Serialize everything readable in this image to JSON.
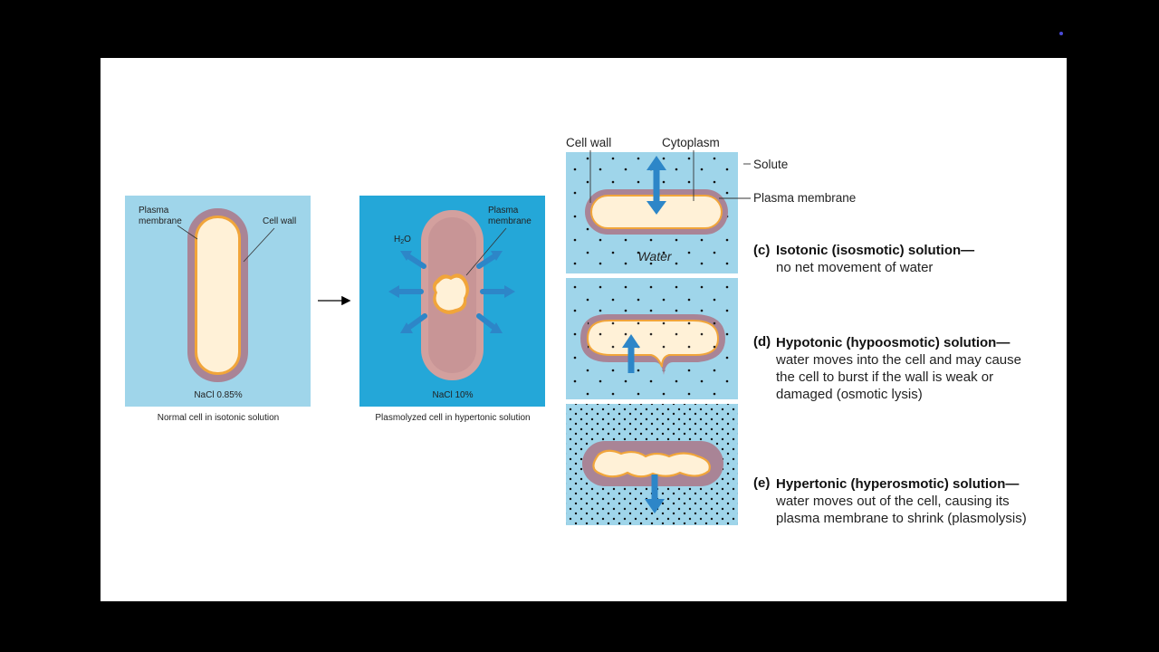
{
  "panels": {
    "normal": {
      "label_plasma_line1": "Plasma",
      "label_plasma_line2": "membrane",
      "label_cell_wall": "Cell wall",
      "concentration": "NaCl 0.85%",
      "caption": "Normal cell in isotonic solution"
    },
    "plasmolyzed": {
      "label_plasma_line1": "Plasma",
      "label_plasma_line2": "membrane",
      "label_h2o_main": "H",
      "label_h2o_sub": "2",
      "label_h2o_end": "O",
      "concentration": "NaCl 10%",
      "caption": "Plasmolyzed cell in hypertonic solution"
    }
  },
  "right": {
    "label_cell_wall": "Cell wall",
    "label_cytoplasm": "Cytoplasm",
    "label_solute": "Solute",
    "label_plasma_membrane": "Plasma membrane",
    "label_water": "Water",
    "items": [
      {
        "letter": "(c)",
        "title": "Isotonic (isosmotic) solution—",
        "lines": [
          "no net movement of water"
        ]
      },
      {
        "letter": "(d)",
        "title": "Hypotonic (hypoosmotic) solution—",
        "lines": [
          "water moves into the cell and may cause",
          "the cell to burst if the wall is weak or",
          "damaged (osmotic lysis)"
        ]
      },
      {
        "letter": "(e)",
        "title": "Hypertonic (hyperosmotic) solution—",
        "lines": [
          "water moves out of the cell, causing its",
          "plasma membrane to shrink (plasmolysis)"
        ]
      }
    ]
  },
  "colors": {
    "light_blue": "#9fd5ea",
    "dark_blue": "#24a7d8",
    "cell_wall": "#a98496",
    "membrane": "#f1a53a",
    "cytoplasm": "#fff1d7",
    "arrow": "#2d86c8"
  }
}
